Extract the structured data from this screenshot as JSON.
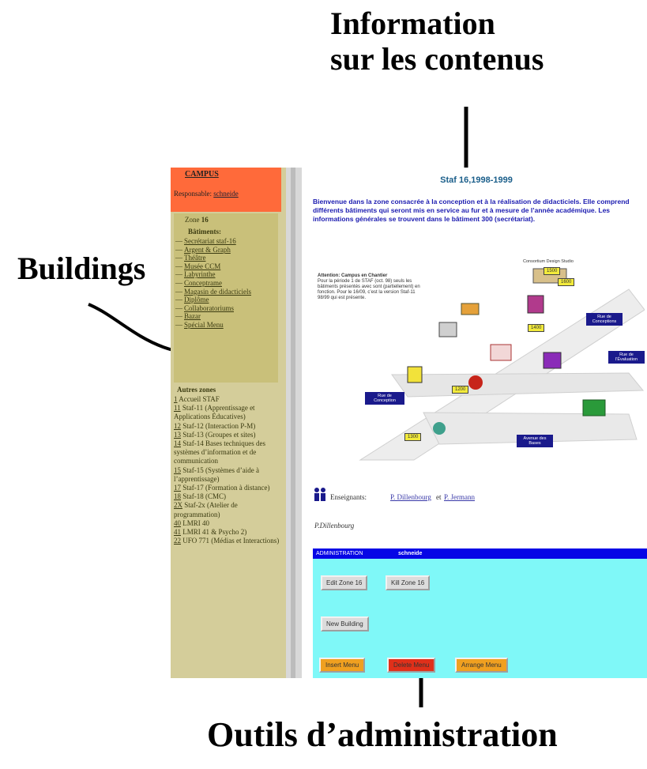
{
  "callouts": {
    "info_line1": "Information",
    "info_line2": "sur les contenus",
    "buildings": "Buildings",
    "admin": "Outils d’administration"
  },
  "left": {
    "campus_link": "CAMPUS",
    "responsable_label": "Responsable: ",
    "responsable_user": "schneide",
    "zone_label": "Zone ",
    "zone_number": "16",
    "batiments_title": "Bâtiments:",
    "buildings": [
      "Secrétariat staf-16",
      "Argent & Graph",
      "Théâtre",
      "Musée CCM",
      "Labyrinthe",
      "Conceptrame",
      "Magasin de didacticiels",
      "Diplôme",
      "Collaboratoriums",
      "Bazar",
      "Spécial Menu"
    ],
    "autres_title": "Autres zones",
    "zones": [
      {
        "num": "1",
        "label": "Accueil STAF"
      },
      {
        "num": "11",
        "label": "Staf-11 (Apprentissage et Applications Éducatives)"
      },
      {
        "num": "12",
        "label": "Staf-12 (Interaction P-M)"
      },
      {
        "num": "13",
        "label": "Staf-13 (Groupes et sites)"
      },
      {
        "num": "14",
        "label": "Staf-14 Bases techniques des systèmes d’information et de communication"
      },
      {
        "num": "15",
        "label": "Staf-15 (Systèmes d’aide à l’apprentissage)"
      },
      {
        "num": "17",
        "label": "Staf-17 (Formation à distance)"
      },
      {
        "num": "18",
        "label": "Staf-18 (CMC)"
      },
      {
        "num": "2X",
        "label": "Staf-2x (Atelier de programmation)"
      },
      {
        "num": "40",
        "label": "LMRI 40"
      },
      {
        "num": "41",
        "label": "LMRI 41 & Psycho 2)"
      },
      {
        "num": "22",
        "label": "UFO 771 (Médias et Interactions)"
      }
    ]
  },
  "right": {
    "title": "Staf 16,1998-1999",
    "welcome": "Bienvenue dans la zone consacrée à la conception et à la réalisation de didacticiels. Elle comprend différents bâtiments qui seront mis en service au fur et à mesure de l’année académique. Les informations générales se trouvent dans le bâtiment 300 (secrétariat).",
    "attention_title": "Attention: Campus en Chantier",
    "attention_text": "Pour la période 1 de STAF (oct. 98) seuls les bâtiments présentés avec sont (partiellement) en fonction. Pour le 16/09, c’est la version Staf-11 98/99 qui est présente.",
    "consortium": "Consortium Design Studio",
    "map_labels": {
      "zone_conceptions": "Rue de Conceptions",
      "zone_evaluation": "Rue de l’Évaluation",
      "zone_conception": "Rue de Conception",
      "zone_bases": "Avenue des Bases"
    },
    "map_numbers": [
      "1600",
      "1400",
      "1200",
      "1300",
      "1500"
    ],
    "enseignants_label": "Enseignants:",
    "enseignant_1": "P. Dillenbourg",
    "enseignant_et": "et",
    "enseignant_2": "P. Jermann",
    "author": "P.Dillenbourg"
  },
  "admin": {
    "title": "ADMINISTRATION",
    "user": "schneide",
    "edit_zone": "Edit Zone 16",
    "kill_zone": "Kill Zone 16",
    "new_building": "New Building",
    "insert_menu": "Insert Menu",
    "delete_menu": "Delete Menu",
    "arrange_menu": "Arrange Menu"
  },
  "colors": {
    "left_header": "#ff6a3a",
    "left_bg": "#d4cd9a",
    "admin_panel": "#7ff8f8",
    "admin_bar": "#0606e6",
    "welcome_text": "#1b1bb0",
    "map_label_bg": "#1a1a8c",
    "map_number_bg": "#f2ea3b",
    "insert_btn": "#f0a020",
    "delete_btn": "#e0301a"
  }
}
